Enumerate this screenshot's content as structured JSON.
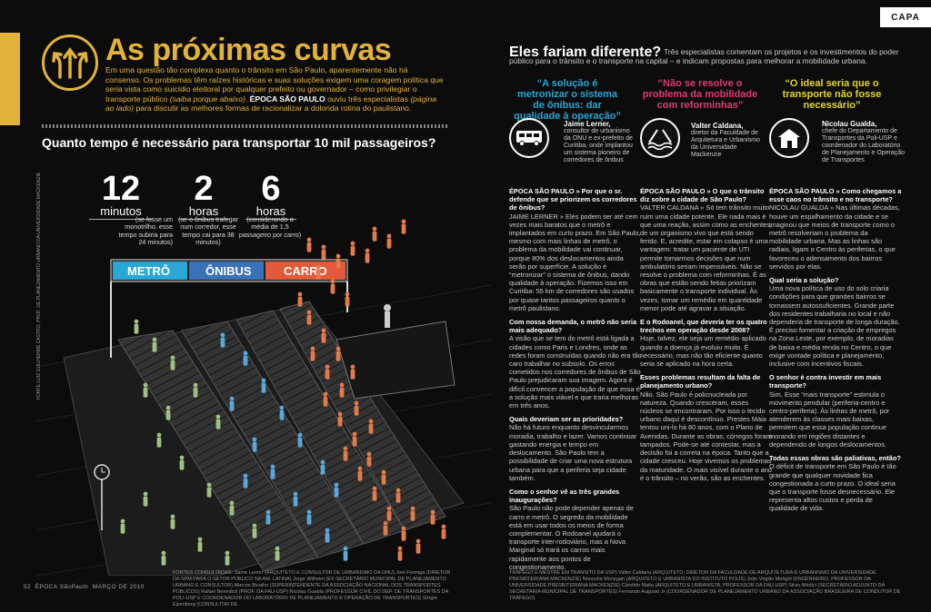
{
  "left": {
    "title": "As próximas curvas",
    "lead_a": "Em uma questão tão complexa quanto o trânsito em São Paulo, aparentemente não há consenso. Os problemas têm raízes históricas e suas soluções exigem uma coragem política que seria vista como suicídio eleitoral por qualquer prefeito ou governador – como privilegiar o transporte público ",
    "lead_em1": "(saiba porque abaixo)",
    "lead_b": ". ",
    "lead_strong": "ÉPOCA SÃO PAULO",
    "lead_c": " ouviu três especialistas ",
    "lead_em2": "(página ao lado)",
    "lead_d": " para discutir as melhores formas de racionalizar a dolorida rotina do paulistano.",
    "question": "Quanto tempo é necessário para transportar 10 mil passageiros?",
    "stats": [
      {
        "num": "12",
        "unit": "minutos",
        "note": "(se fosse um monotrilho, esse tempo subiria para 24 minutos)"
      },
      {
        "num": "2",
        "unit": "horas",
        "note": "(se o ônibus trafegar num corredor, esse tempo cai para 38 minutos)"
      },
      {
        "num": "6",
        "unit": "horas",
        "note": "(considerando a média de 1,5 passageiro por carro)"
      }
    ],
    "banner": {
      "metro": "METRÔ",
      "onibus": "ÔNIBUS",
      "carro": "CARRO"
    },
    "source": "FONTE LUIZ GUILHERME CASTRO, PROF. DE PLANEJAMENTO URBANO DA UNIVERSIDADE MACKENZIE",
    "footnote": "FONTES CONSULTADAS: Jaime Lerner (ARQUITETO E CONSULTOR DE URBANISMO DA ONU) Joel Formiga (DIRETOR DA SPM PARA O SETOR PÚBLICO NA AM. LATINA) Jorge Wilheim (EX-SECRETÁRIO MUNICIPAL DE PLANEJAMENTO URBANO E CONSULTOR) Marcos Bicalho (SUPERINTENDENTE DA ASSOCIAÇÃO NACIONAL DOS TRANSPORTES PÚBLICOS) Rafael Benedicti (PROF. DA FAU-USP) Nicolau Gualda (PROFESSOR CIVIL DO DEP. DE TRANSPORTES DA POLI-USP E COORDENADOR DO LABORATÓRIO DE PLANEJAMENTO E OPERAÇÃO DE TRANSPORTES) Sérgio Ejzenberg (CONSULTOR DE",
    "page": "52",
    "magazine": "ÉPOCA",
    "section": "SãoPaulo",
    "date": "MARÇO DE 2010"
  },
  "right": {
    "capa": "CAPA",
    "title": "Eles fariam diferente?",
    "intro": "Três especialistas comentam os projetos e os investimentos do poder público para o trânsito e o transporte na capital – e indicam propostas para melhorar a mobilidade urbana.",
    "experts": [
      {
        "quote": "“A solução é metronizar o sistema de ônibus: dar qualidade à operação”",
        "name": "Jaime Lerner,",
        "desc": "consultor de urbanismo da ONU e ex-prefeito de Curitiba, onde implantou um sistema pioneiro de corredores de ônibus",
        "color": "#29a7d6"
      },
      {
        "quote": "“Não se resolve o problema da mobilidade com reforminhas”",
        "name": "Valter Caldana,",
        "desc": "diretor da Faculdade de Arquitetura e Urbanismo da Universidade Mackenzie",
        "color": "#e23a75"
      },
      {
        "quote": "“O ideal seria que o transporte não fosse necessário”",
        "name": "Nicolau Gualda,",
        "desc": "chefe do Departamento de Transportes da Poli-USP e coordenador do Laboratório de Planejamento e Operação de Transportes",
        "color": "#e3d62a"
      }
    ],
    "col1": [
      {
        "h": "ÉPOCA SÃO PAULO » Por que o sr. defende que se priorizem os corredores de ônibus?",
        "p": "JAIME LERNER » Eles podem ser até cem vezes mais baratos que o metrô e implantados em curto prazo. Em São Paulo, mesmo com mais linhas de metrô, o problema da mobilidade vai continuar, porque 80% dos deslocamentos ainda serão por superfície. A solução é “metronizar” o sistema de ônibus, dando qualidade à operação. Fizemos isso em Curitiba: 55 km de corredores são usados por quase tantos passageiros quanto o metrô paulistano."
      },
      {
        "h": "Com nossa demanda, o metrô não seria mais adequado?",
        "p": "A visão que se tem do metrô está ligada a cidades como Paris e Londres, onde as redes foram construídas quando não era tão caro trabalhar no subsolo. Os erros cometidos nos corredores de ônibus de São Paulo prejudicaram sua imagem. Agora é difícil convencer a população de que essa é a solução mais viável e que traria melhoras em três anos."
      },
      {
        "h": "Quais deveriam ser as prioridades?",
        "p": "Não há futuro enquanto desvincularmos moradia, trabalho e lazer. Vamos continuar gastando energia e tempo em deslocamento. São Paulo tem a possibilidade de criar uma nova estrutura urbana para que a periferia seja cidade também."
      },
      {
        "h": "Como o senhor vê as três grandes inaugurações?",
        "p": "São Paulo não pode depender apenas de carro e metrô. O segredo da mobilidade está em usar todos os meios de forma complementar. O Rodoanel ajudará o transporte inter-rodoviário, mas a Nova Marginal só trará os carros mais rapidamente aos pontos de congestionamento."
      }
    ],
    "col2": [
      {
        "h": "ÉPOCA SÃO PAULO » O que o trânsito diz sobre a cidade de São Paulo?",
        "p": "VALTER CALDANA » Só tem trânsito muito ruim uma cidade potente. Ele nada mais é que uma reação, assim como as enchentes, de um organismo vivo que está sendo ferido. E, acredite, estar em colapso é uma vantagem: tratar um paciente de UTI permite tomarmos decisões que num ambulatório seriam impensáveis. Não se resolve o problema com reforminhas. É as obras que estão sendo feitas priorizam basicamente o transporte individual. Às vezes, tomar um remédio em quantidade menor pode até agravar a situação."
      },
      {
        "h": "E o Rodoanel, que deveria ter os quatro trechos em operação desde 2008?",
        "p": "Hoje, talvez, ele seja um remédio aplicado quando a doença já evoluiu muito. É necessário, mas não tão eficiente quanto seria se aplicado na hora certa."
      },
      {
        "h": "Esses problemas resultam da falta de planejamento urbano?",
        "p": "Não. São Paulo é policnucleada por natureza. Quando cresceram, esses núcleos se encontraram. Por isso o tecido urbano daqui é descontínuo. Prestes Maia tentou uni-lo há 80 anos, com o Plano de Avenidas. Durante as obras, córregos foram tampados. Pode-se até contestar, mas a decisão foi a correta na época. Tanto que a cidade cresceu. Hoje vivemos os problemas da maturidade. O mais visível durante o ano é o trânsito – no verão, são as enchentes."
      }
    ],
    "col3": [
      {
        "h": "ÉPOCA SÃO PAULO » Como chegamos a esse caos no trânsito e no transporte?",
        "p": "NICOLAU GUALDA » Nas últimas décadas, houve um espalhamento da cidade e se imaginou que meios de transporte como o metrô resolveriam o problema da mobilidade urbana. Mas as linhas são radiais, ligam o Centro às periferias, o que favoreceu o adensamento dos bairros servidos por elas."
      },
      {
        "h": "Qual seria a solução?",
        "p": "Uma nova política de uso do solo criaria condições para que grandes bairros se tornassem autossuficientes. Grande parte dos residentes trabalharia no local e não dependeria de transporte de longa duração. É preciso fomentar a criação de empregos na Zona Leste, por exemplo, de moradias de baixa e média renda no Centro, o que exige vontade política e planejamento, inclusive com incentivos fiscais."
      },
      {
        "h": "O senhor é contra investir em mais transporte?",
        "p": "Sim. Esse “mais transporte” estimula o movimento pendular (periferia-centro e centro-periferia). Às linhas de metrô, por atenderem às classes mais baixas, permitem que essa população continue morando em regiões distantes e dependendo de longos deslocamentos."
      },
      {
        "h": "Todas essas obras são paliativas, então?",
        "p": "O déficit de transporte em São Paulo é tão grande que qualquer novidade fica congestionada a curto prazo. O ideal seria que o transporte fosse desnecessário. Ele representa altos custos e perda de qualidade de vida."
      }
    ],
    "footnote": "TRÁFEGO E MESTRE EM TRANSITO DA USP) Valter Caldana (ARQUITETO, DIRETOR DA FACULDADE DE ARQUITETURA E URBANISMO DA UNIVERSIDADE PRESBITERIANA MACKENZIE) Nanosha Monegan (ARQUITETO E URBANISTA DO INSTITUTO POLIS) João Virgilio Merighi (ENGENHEIRO, PROFESSOR DA UNIVERSIDADE PRESBITERIANA MACKENZIE) Cândido Malta (ARQUITETO E URBANISTA, PROFESSOR DA FAU-USP) Silvio Médici (SECRETÁRIO ADJUNTO DA SECRETARIA MUNICIPAL DE TRANSPORTES) Fernando Augusto Jr (COORDENADOR DE PLANEJAMENTO URBANO DA ASSOCIAÇÃO BRASILEIRA DE CONDUTOR DE TRÁFEGO)"
  },
  "colors": {
    "accent": "#e3b23c",
    "metro": "#29a7d6",
    "onibus": "#29a7d6",
    "carro": "#e25a3a",
    "green": "#9fc080",
    "background": "#0c0c0c"
  }
}
